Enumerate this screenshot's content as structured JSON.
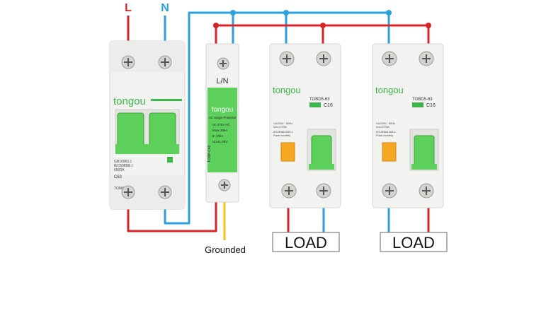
{
  "labels": {
    "line": "L",
    "neutral": "N",
    "grounded": "Grounded",
    "load_left": "LOAD",
    "load_right": "LOAD"
  },
  "colors": {
    "live_wire": "#d8232a",
    "neutral_wire": "#2aa1dc",
    "ground_wire": "#f2c21b",
    "device_green": "#5dd05b",
    "device_body": "#f2f2f0",
    "test_button": "#f7a823"
  },
  "mcb": {
    "brand": "tongou",
    "model": "TOMC7-63",
    "rating": "C63",
    "spec_lines": [
      "GB10963.1",
      "IEC60898-1",
      "6000A"
    ]
  },
  "spd": {
    "terminal_label": "L/N",
    "brand": "tongou",
    "title": "AC Surge Protector",
    "model": "TOSP-C40",
    "specs": [
      "Uc  275V AC",
      "Imax  20kA",
      "In  10kA",
      "Up  ≤1.0kV"
    ]
  },
  "rcbo_left": {
    "brand": "tongou",
    "model": "TOBD5-63",
    "rating": "C16",
    "spec_lines": [
      "Un230V~ 50Hz",
      "IΔn=0.03A",
      "IEC/EN61009-1",
      "Push monthly"
    ]
  },
  "rcbo_right": {
    "brand": "tongou",
    "model": "TOBD5-63",
    "rating": "C16",
    "spec_lines": [
      "Un230V~ 50Hz",
      "IΔn=0.03A",
      "IEC/EN61009-1",
      "Push monthly"
    ]
  }
}
